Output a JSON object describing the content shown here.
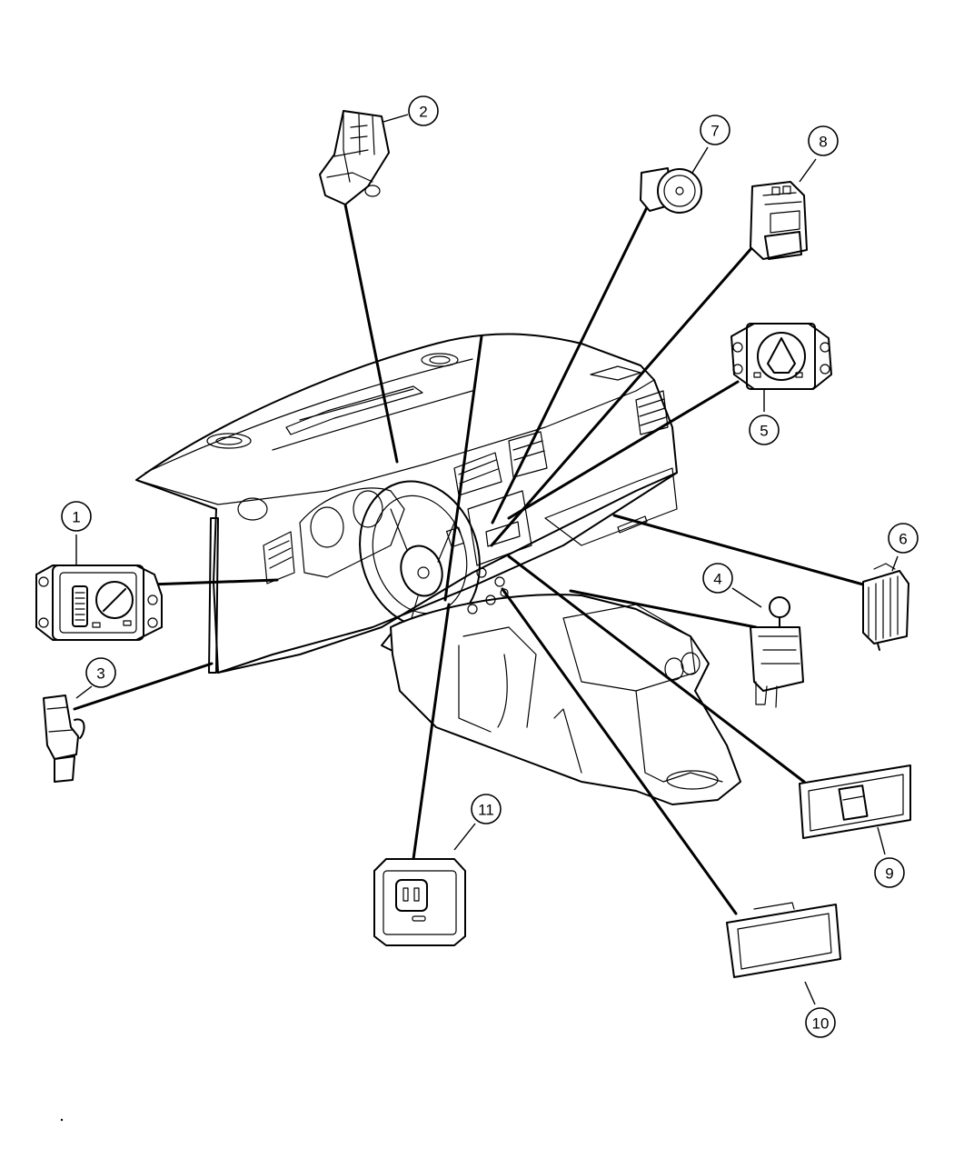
{
  "diagram": {
    "colors": {
      "ink": "#000000",
      "paper": "#ffffff"
    },
    "callouts": [
      {
        "id": "1",
        "label": "1",
        "component": "headlamp-switch-icon"
      },
      {
        "id": "2",
        "label": "2",
        "component": "multifunction-switch-icon"
      },
      {
        "id": "3",
        "label": "3",
        "component": "door-jamb-switch-icon"
      },
      {
        "id": "4",
        "label": "4",
        "component": "shifter-switch-icon"
      },
      {
        "id": "5",
        "label": "5",
        "component": "rotary-switch-icon"
      },
      {
        "id": "6",
        "label": "6",
        "component": "bracket-switch-icon"
      },
      {
        "id": "7",
        "label": "7",
        "component": "push-button-switch-icon"
      },
      {
        "id": "8",
        "label": "8",
        "component": "rocker-switch-icon"
      },
      {
        "id": "9",
        "label": "9",
        "component": "switch-bezel-icon"
      },
      {
        "id": "10",
        "label": "10",
        "component": "blank-bezel-icon"
      },
      {
        "id": "11",
        "label": "11",
        "component": "power-outlet-icon"
      }
    ]
  }
}
